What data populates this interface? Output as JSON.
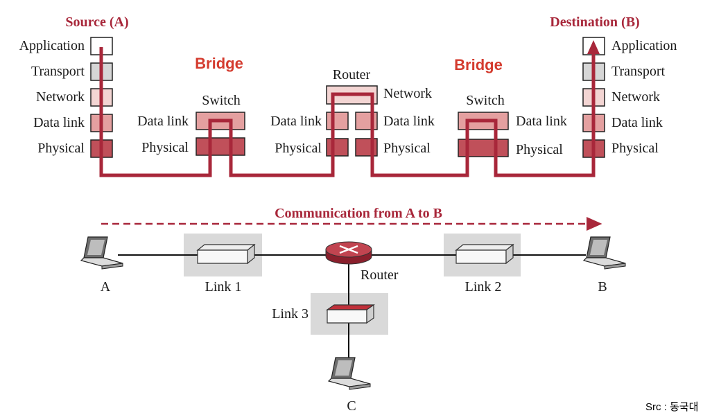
{
  "source_title": "Source (A)",
  "destination_title": "Destination (B)",
  "bridge_left": "Bridge",
  "bridge_right": "Bridge",
  "layers": {
    "application": "Application",
    "transport": "Transport",
    "network": "Network",
    "data_link": "Data link",
    "physical": "Physical"
  },
  "switch_label": "Switch",
  "router_label": "Router",
  "communication": "Communication from A to B",
  "nodes": {
    "a": "A",
    "b": "B",
    "c": "C"
  },
  "links": {
    "link1": "Link 1",
    "link2": "Link 2",
    "link3": "Link 3"
  },
  "router_bottom": "Router",
  "credit": "Src : 동국대",
  "colors": {
    "accent": "#a8273a",
    "bridge": "#d43b2e",
    "physical": "#c0505a",
    "datalink": "#e4a0a0",
    "network": "#f3d5d3",
    "transport": "#d6d6d6"
  }
}
